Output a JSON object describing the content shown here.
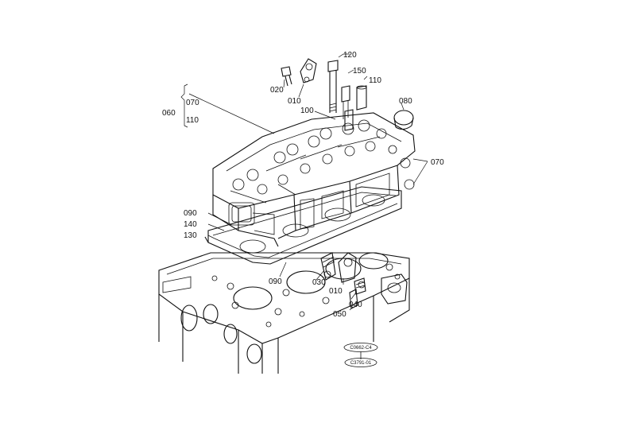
{
  "callouts": {
    "c120": "120",
    "c150": "150",
    "c020": "020",
    "c010_top": "010",
    "c110_top": "110",
    "c100": "100",
    "c080": "080",
    "c060": "060",
    "c070_bracket": "070",
    "c110_bracket": "110",
    "c070_right": "070",
    "c090_left": "090",
    "c140": "140",
    "c130": "130",
    "c090_bottom": "090",
    "c030": "030",
    "c010_bottom": "010",
    "c040": "040",
    "c050": "050"
  },
  "reference_codes": {
    "upper": "C0662-C4",
    "lower": "C3791-01"
  }
}
